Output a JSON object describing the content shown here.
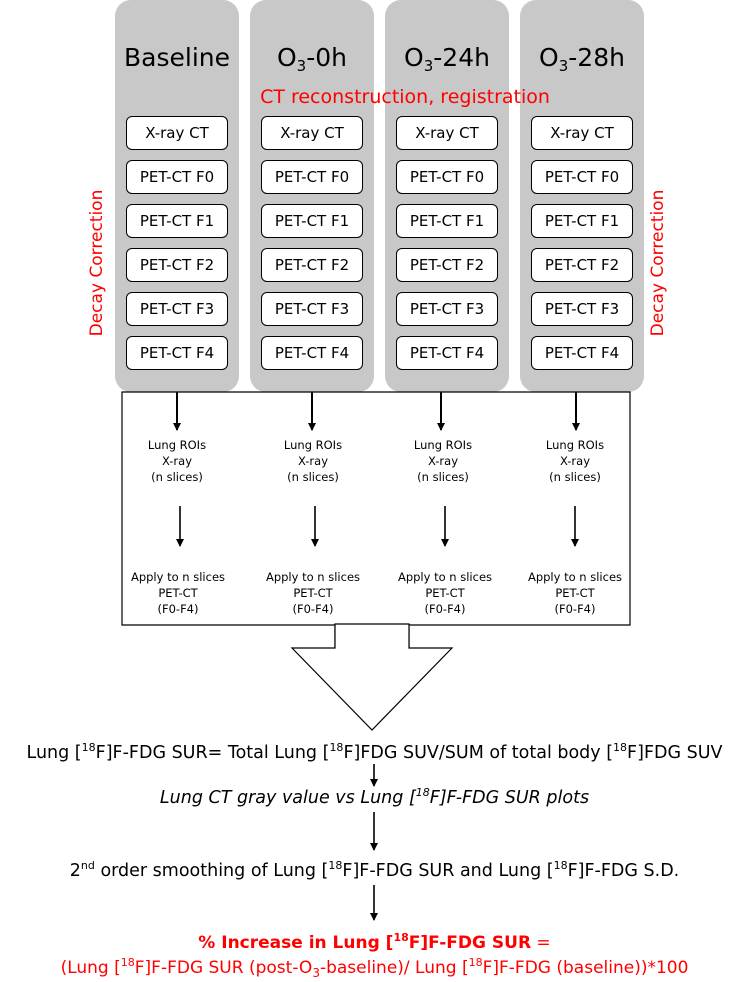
{
  "columns": [
    {
      "base": "Baseline",
      "sub": "",
      "suffix": ""
    },
    {
      "base": "O",
      "sub": "3",
      "suffix": "-0h"
    },
    {
      "base": "O",
      "sub": "3",
      "suffix": "-24h"
    },
    {
      "base": "O",
      "sub": "3",
      "suffix": "-28h"
    }
  ],
  "scans": [
    "X-ray CT",
    "PET-CT F0",
    "PET-CT F1",
    "PET-CT F2",
    "PET-CT F3",
    "PET-CT F4"
  ],
  "ct_reconstruction": "CT reconstruction, registration",
  "decay_correction": "Decay Correction",
  "roi": {
    "l1": "Lung ROIs",
    "l2": "X-ray",
    "l3": "(n slices)"
  },
  "apply": {
    "l1": "Apply to n slices",
    "l2": "PET-CT",
    "l3": "(F0-F4)"
  },
  "sur_formula": {
    "p1": "Lung [",
    "s1": "18",
    "p2": "F]F-FDG SUR= Total Lung [",
    "s2": "18",
    "p3": "F]FDG SUV/SUM of total body [",
    "s3": "18",
    "p4": "F]FDG SUV"
  },
  "plots": {
    "p1": "Lung CT gray value vs Lung [",
    "s1": "18",
    "p2": "F]F-FDG SUR plots"
  },
  "smoothing": {
    "p1": "2",
    "s1": "nd",
    "p2": " order smoothing of Lung [",
    "s2": "18",
    "p3": "F]F-FDG SUR and  Lung [",
    "s3": "18",
    "p4": "F]F-FDG S.D."
  },
  "increase": {
    "p1": "% Increase in Lung [",
    "s1": "18",
    "p2": "F]F-FDG SUR",
    "p3": " ="
  },
  "increase_formula": {
    "p1": "(Lung [",
    "s1": "18",
    "p2": "F]F-FDG SUR (post-O",
    "sub1": "3",
    "p3": "-baseline)/ Lung [",
    "s2": "18",
    "p4": "F]F-FDG (baseline))*100"
  },
  "colors": {
    "column_bg": "#c8c8c8",
    "highlight": "#ff0000"
  }
}
